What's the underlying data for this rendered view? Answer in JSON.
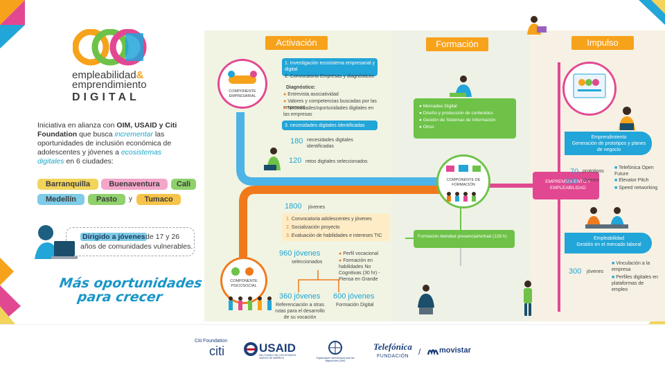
{
  "brand": {
    "line1": "empleabilidad",
    "amp": "&",
    "line2": "emprendimiento",
    "line3": "DIGITAL"
  },
  "intro": {
    "p1": "Iniciativa en alianza con ",
    "partners": "OIM, USAID y Citi Foundation",
    "p2": " que busca ",
    "verb": "incrementar",
    "p3": " las oportunidades de inclusión económica de adolescentes y jóvenes a ",
    "eco": "ecosistemas digitales",
    "p4": " en 6 ciudades:"
  },
  "cities": {
    "c1": "Barranquilla",
    "c2": "Buenaventura",
    "c3": "Cali",
    "c4": "Medellín",
    "c5": "Pasto",
    "and": "y",
    "c6": "Tumaco"
  },
  "target": {
    "highlight": "Dirigido a jóvenes",
    "rest1": " de 17 y 26",
    "rest2": "años de comunidades vulnerables."
  },
  "slogan": {
    "line1": "Más oportunidades",
    "line2": "para crecer"
  },
  "phases": {
    "activacion": "Activación",
    "formacion": "Formación",
    "impulso": "Impulso"
  },
  "empresarial": {
    "circle_label": "COMPONENTE EMPRESARIAL",
    "step1": "Investigación ecosistema empresarial y digital",
    "step2": "Convocatoria Empresas y diagnósticos",
    "diag_title": "Diagnóstico:",
    "diag1": "Entrevista asociatividad",
    "diag2": "Valores y competencias buscadas por las empresas",
    "diag3": "Necesidades/oportunidades digitales en las empresas",
    "step3": "necesidades digitales identificadas",
    "n1": "180",
    "n1_label": "necesidades digitales identificadas",
    "n2": "120",
    "n2_label": "retos digitales seleccionados"
  },
  "formacion": {
    "circle_label": "COMPONENTE DE FORMACIÓN",
    "items": [
      "Mercadeo Digital",
      "Diseño y producción de contenidos",
      "Gestión de Sistemas de Información",
      "Otros"
    ],
    "blended": "Formación blended presencial/virtual (128 h)"
  },
  "psicosocial": {
    "circle_label": "COMPONENTE PSICOSOCIAL",
    "n_total": "1800",
    "n_total_label": "jóvenes",
    "step1": "Convocatoria adolescentes y jóvenes",
    "step2": "Socialización proyecto",
    "step3": "Evaluación de habilidades e intereses TIC",
    "n960": "960 jóvenes",
    "n960_label": "seleccionados",
    "perfil": "Perfil vocacional",
    "hab": "Formación en habilidades No Cognitivas (30 hr) - Piensa en Grande",
    "n360": "360 jóvenes",
    "n360_label": "Referenciación a otras rutas para el desarrollo de su vocación",
    "n600": "600 jóvenes",
    "n600_label": "Formación Digital"
  },
  "impulso": {
    "banner": "EMPRENDIMIENTO Y EMPLEABILIDAD",
    "empr_title": "Emprendimiento",
    "empr_sub": "Generación de prototipos y planes de negocio",
    "n70": "70",
    "n70_label": "prototipos",
    "n300a": "300",
    "n300a_label": "jóvenes",
    "opts": [
      "Telefónica Open Future",
      "Elevator Pitch",
      "Speed networking"
    ],
    "empl_title": "Empleabilidad",
    "empl_sub": "Gestión en el mercado laboral",
    "n300b": "300",
    "n300b_label": "jóvenes",
    "empl_opts": [
      "Vinculación a la empresa",
      "Perfiles digitales en plataformas de empleo"
    ]
  },
  "footer": {
    "citi_foundation": "Citi Foundation",
    "citi": "citi",
    "usaid": "USAID",
    "usaid_sub": "DEL PUEBLO DE LOS ESTADOS UNIDOS DE AMÉRICA",
    "oim_sub": "Organización Internacional para las Migraciones (OIM)",
    "telefonica": "Telefónica",
    "fundacion": "FUNDACIÓN",
    "sep": "/",
    "movistar": "movistar"
  },
  "colors": {
    "orange": "#f7a21b",
    "blue": "#22a5d8",
    "green": "#6dc247",
    "pink": "#e24891",
    "path_orange": "#f07a1b",
    "path_blue": "#4cb4e6"
  }
}
